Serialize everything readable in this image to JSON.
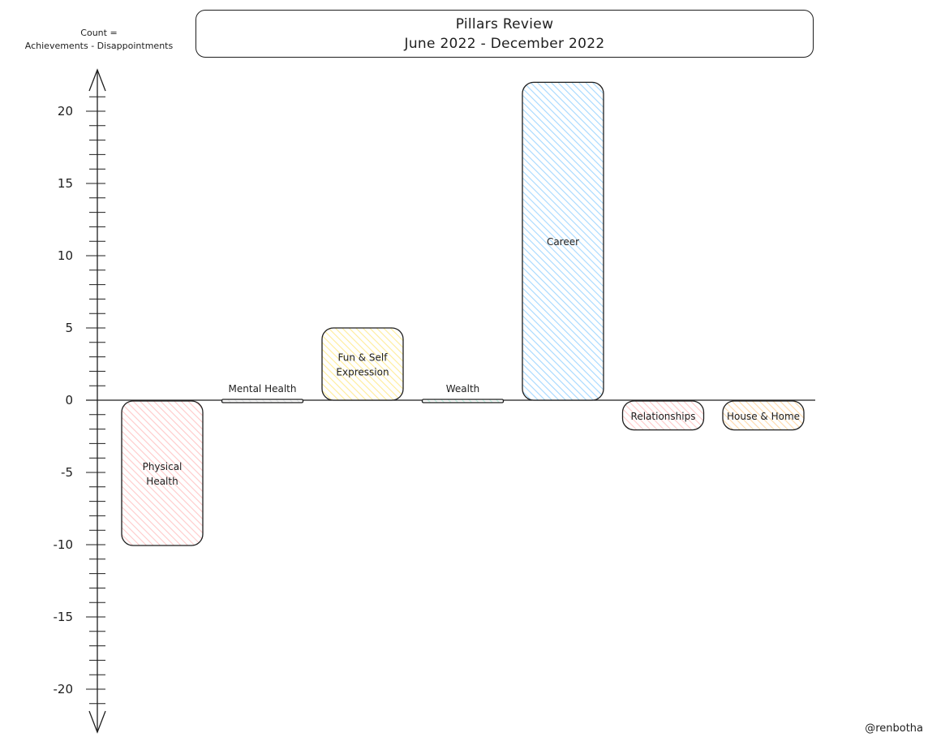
{
  "title": {
    "line1": "Pillars Review",
    "line2": "June 2022 - December 2022"
  },
  "y_caption": {
    "line1": "Count =",
    "line2": "Achievements - Disappointments"
  },
  "credit": "@renbotha",
  "chart_data": {
    "type": "bar",
    "categories": [
      "Physical Health",
      "Mental Health",
      "Fun & Self Expression",
      "Wealth",
      "Career",
      "Relationships",
      "House & Home"
    ],
    "label_lines": [
      [
        "Physical",
        "Health"
      ],
      [
        "Mental Health"
      ],
      [
        "Fun & Self",
        "Expression"
      ],
      [
        "Wealth"
      ],
      [
        "Career"
      ],
      [
        "Relationships"
      ],
      [
        "House & Home"
      ]
    ],
    "values": [
      -10,
      0,
      5,
      0,
      22,
      -2,
      -2
    ],
    "colors": [
      "#ffc9c9",
      "#e9ecef",
      "#ffec99",
      "#c3fae8",
      "#a5d8ff",
      "#ffc9c9",
      "#ffd8a8"
    ],
    "ylim": [
      -22,
      22
    ],
    "ytick_values": [
      20,
      15,
      10,
      5,
      0,
      -5,
      -10,
      -15,
      -20
    ],
    "ytick_labels": [
      "20",
      "15",
      "10",
      "5",
      "0",
      "-5",
      "-10",
      "-15",
      "-20"
    ],
    "xlabel": "",
    "ylabel": "Count = Achievements - Disappointments",
    "grid": false,
    "legend": "none"
  }
}
